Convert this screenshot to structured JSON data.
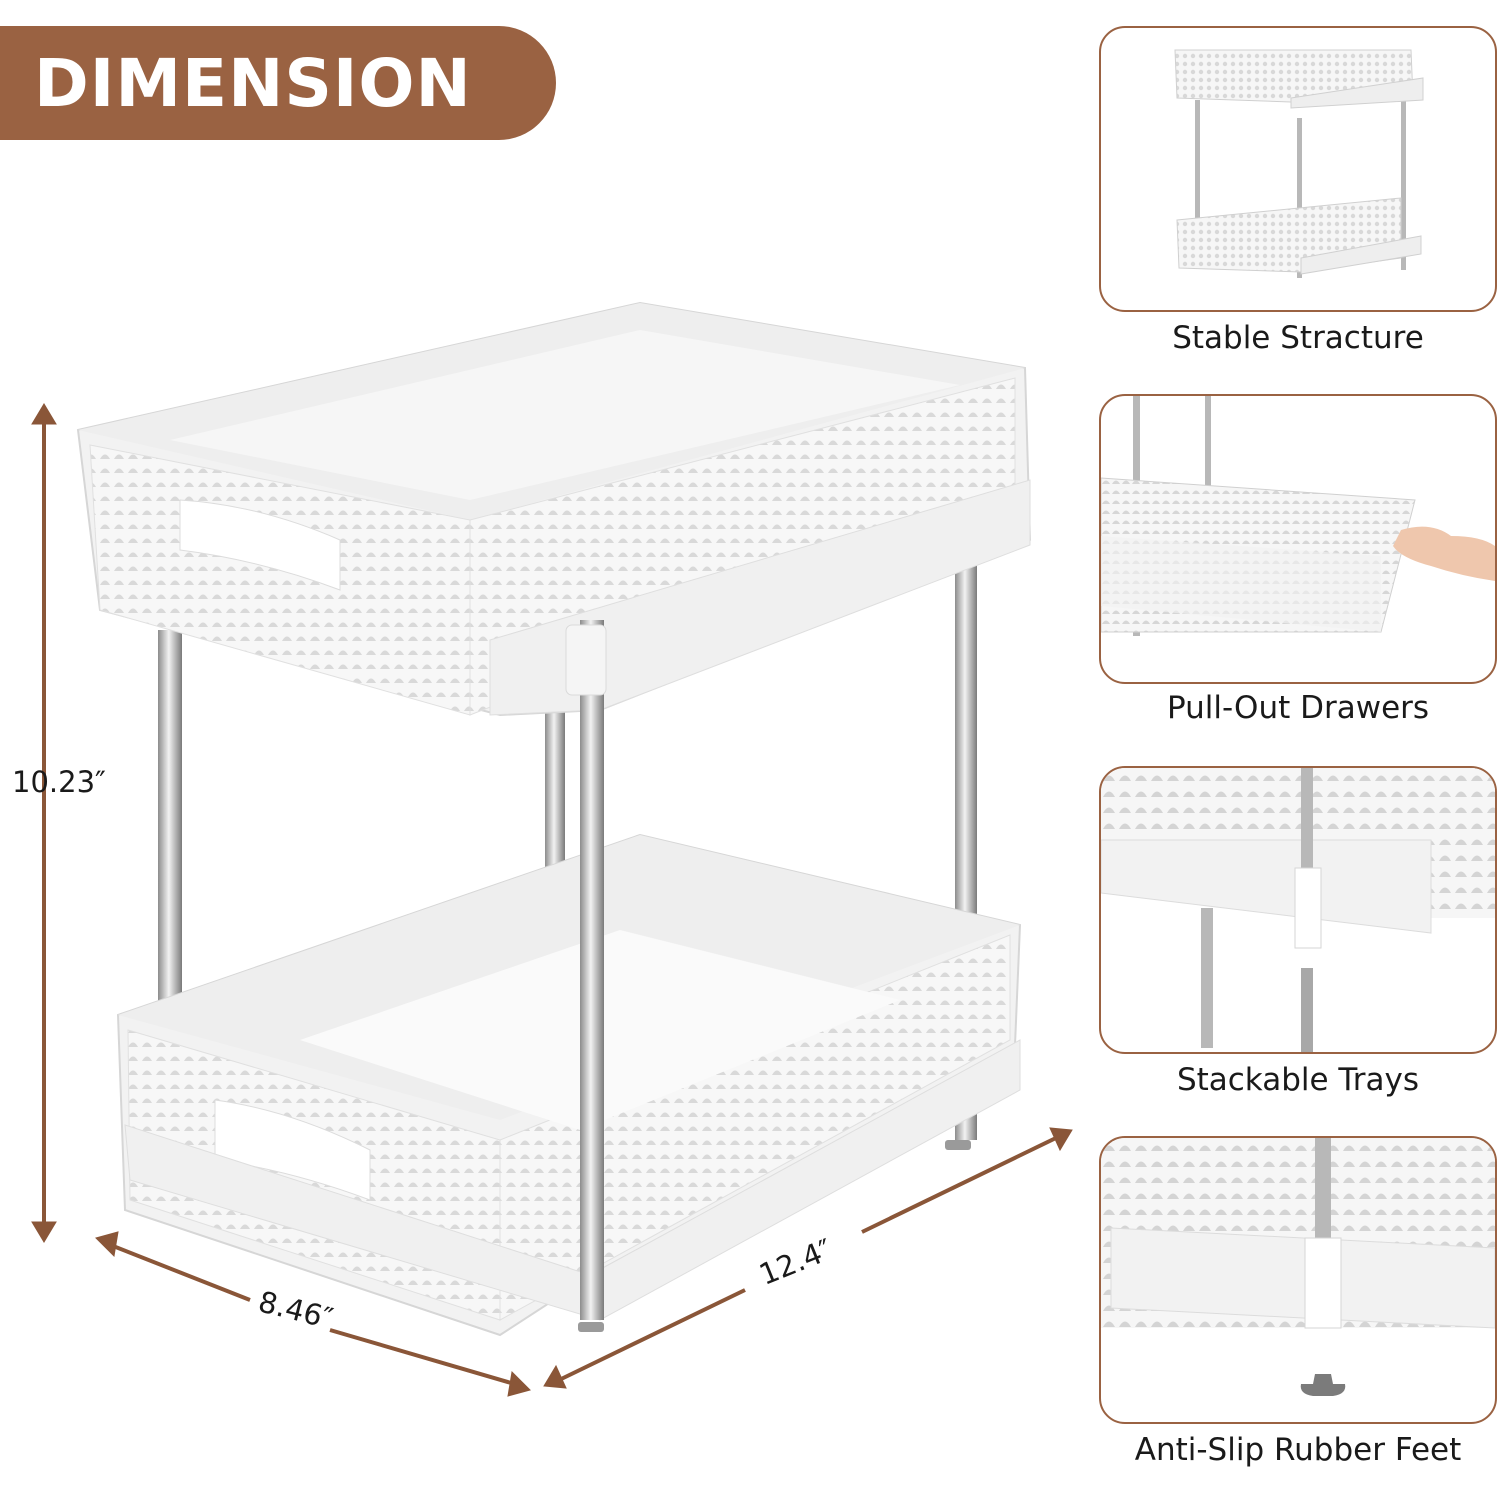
{
  "banner": {
    "title": "DIMENSION"
  },
  "dimensions": {
    "height": "10.23″",
    "depth": "8.46″",
    "width": "12.4″"
  },
  "features": [
    {
      "label": "Stable Stracture"
    },
    {
      "label": "Pull-Out Drawers"
    },
    {
      "label": "Stackable Trays"
    },
    {
      "label": "Anti-Slip Rubber Feet"
    }
  ],
  "colors": {
    "accent": "#9a6242",
    "arrow": "#8a5638",
    "product": "#f4f4f4"
  }
}
